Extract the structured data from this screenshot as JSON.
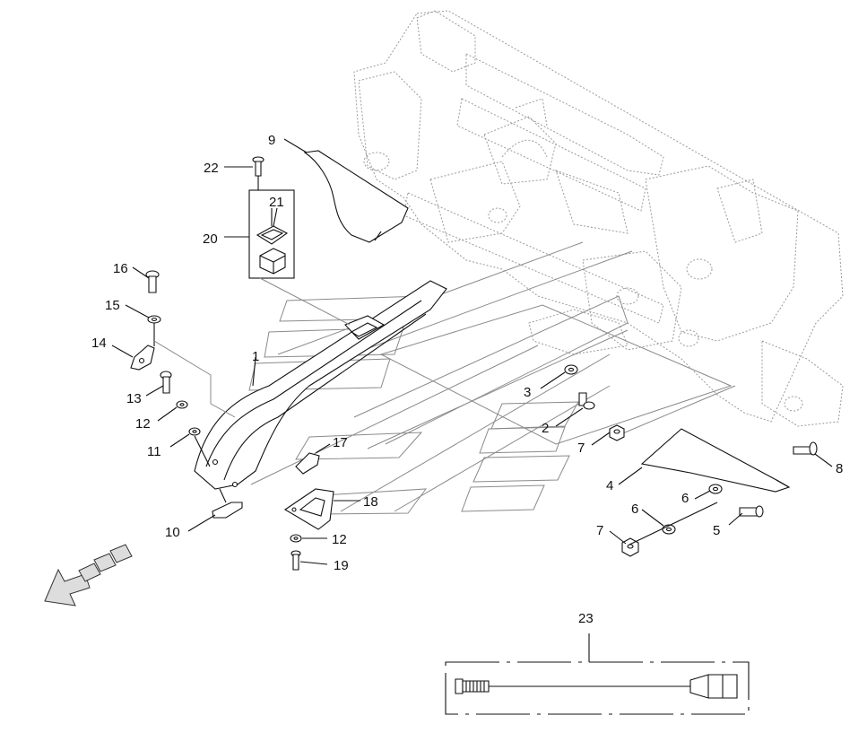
{
  "callouts": [
    {
      "id": "p1",
      "label": "1"
    },
    {
      "id": "p2",
      "label": "2"
    },
    {
      "id": "p3",
      "label": "3"
    },
    {
      "id": "p4",
      "label": "4"
    },
    {
      "id": "p5",
      "label": "5"
    },
    {
      "id": "p6a",
      "label": "6"
    },
    {
      "id": "p6b",
      "label": "6"
    },
    {
      "id": "p7a",
      "label": "7"
    },
    {
      "id": "p7b",
      "label": "7"
    },
    {
      "id": "p8",
      "label": "8"
    },
    {
      "id": "p9",
      "label": "9"
    },
    {
      "id": "p10",
      "label": "10"
    },
    {
      "id": "p11",
      "label": "11"
    },
    {
      "id": "p12a",
      "label": "12"
    },
    {
      "id": "p12b",
      "label": "12"
    },
    {
      "id": "p13",
      "label": "13"
    },
    {
      "id": "p14",
      "label": "14"
    },
    {
      "id": "p15",
      "label": "15"
    },
    {
      "id": "p16",
      "label": "16"
    },
    {
      "id": "p17",
      "label": "17"
    },
    {
      "id": "p18",
      "label": "18"
    },
    {
      "id": "p19",
      "label": "19"
    },
    {
      "id": "p20",
      "label": "20"
    },
    {
      "id": "p21",
      "label": "21"
    },
    {
      "id": "p22",
      "label": "22"
    },
    {
      "id": "p23",
      "label": "23"
    }
  ],
  "icons": [
    "direction-arrow-icon"
  ]
}
